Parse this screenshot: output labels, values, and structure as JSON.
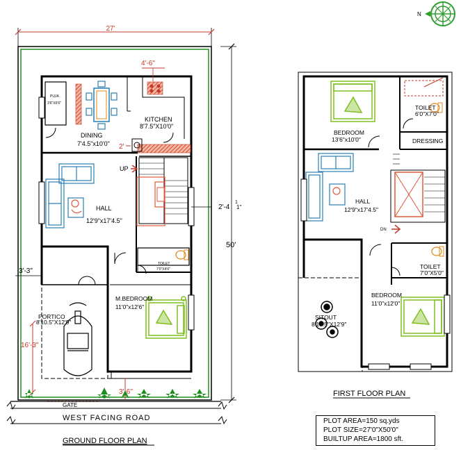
{
  "ground_floor": {
    "title": "GROUND FLOOR PLAN",
    "road_label": "WEST FACING ROAD",
    "gate_label": "GATE",
    "rooms": {
      "pooja": {
        "name": "PUJA",
        "size": "3'6\"X6'6\""
      },
      "dining": {
        "name": "DINING",
        "size": "7'4.5\"x10'0\""
      },
      "kitchen": {
        "name": "KITCHEN",
        "size": "8'7.5\"X10'0\""
      },
      "hall": {
        "name": "HALL",
        "size": "12'9\"x17'4.5\""
      },
      "toilet": {
        "name": "TOILET",
        "size": "7'0\"X4'6\""
      },
      "master_bedroom": {
        "name": "M.BEDROOM",
        "size": "11'0\"x12'6\""
      },
      "portico": {
        "name": "PORTICO",
        "size": "8'10.5\"X12'9\""
      }
    },
    "up_label": "UP",
    "dimensions": {
      "width": "27'",
      "depth": "50'",
      "kitchen_top": "4'-6\"",
      "dining_gap": "2'",
      "right_setback": "2'-4",
      "right_setback_frac": "1\"",
      "right_setback_frac_top": "1",
      "left_setback": "3'-3\"",
      "portico_depth": "16'-3\"",
      "front_setback": "3'-6\""
    }
  },
  "first_floor": {
    "title": "FIRST FLOOR PLAN",
    "rooms": {
      "bedroom1": {
        "name": "BEDROOM",
        "size": "13'6\"x10'0\""
      },
      "toilet1": {
        "name": "TOILET",
        "size": "6'0\"X7'0\""
      },
      "dressing": {
        "name": "DRESSING"
      },
      "hall": {
        "name": "HALL",
        "size": "12'9\"x17'4.5\""
      },
      "toilet2": {
        "name": "TOILET",
        "size": "7'0\"X5'0\""
      },
      "bedroom2": {
        "name": "BEDROOM",
        "size": "11'0\"x12'0\""
      },
      "sitout": {
        "name": "SITOUT",
        "size": "8'10.5\"X12'9\""
      }
    },
    "dn_label": "DN"
  },
  "info": {
    "plot_area": "PLOT AREA=150 sq.yds",
    "plot_size": "PLOT SIZE=27'0\"X50'0\"",
    "builtup_area": "BUILTUP AREA=1800 sft."
  },
  "compass": {
    "label": "N"
  },
  "colors": {
    "boundary_green": "#1e8f1e",
    "wall": "#000000",
    "dimension_red": "#c0392b",
    "brick_red": "#e05a3a",
    "furniture_green": "#7fbf1f",
    "furniture_blue": "#2a7fb0"
  }
}
